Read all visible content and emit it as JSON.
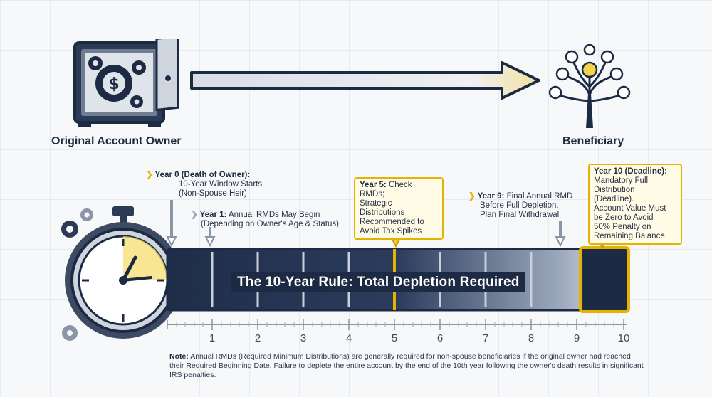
{
  "owner_label": "Original Account Owner",
  "beneficiary_label": "Beneficiary",
  "timeline_title": "The 10-Year Rule: Total Depletion Required",
  "annotations": {
    "year0_title": "Year 0 (Death of Owner):",
    "year0_line1": "10-Year Window Starts",
    "year0_line2": "(Non-Spouse Heir)",
    "year1_title": "Year 1:",
    "year1_line1": "Annual RMDs May Begin",
    "year1_line2": "(Depending on Owner's Age & Status)",
    "year5_title": "Year 5:",
    "year5_line1": "Check RMDs;",
    "year5_line2": "Strategic Distributions",
    "year5_line3": "Recommended to",
    "year5_line4": "Avoid Tax Spikes",
    "year9_title": "Year 9:",
    "year9_line1": "Final Annual RMD",
    "year9_line2": "Before Full Depletion.",
    "year9_line3": "Plan Final Withdrawal",
    "year10_title": "Year 10 (Deadline):",
    "year10_line1": "Mandatory Full",
    "year10_line2": "Distribution (Deadline).",
    "year10_line3": "Account Value Must",
    "year10_line4": "be Zero to Avoid",
    "year10_line5": "50% Penalty on",
    "year10_line6": "Remaining Balance"
  },
  "ticks": [
    "1",
    "2",
    "3",
    "4",
    "5",
    "6",
    "7",
    "8",
    "9",
    "10"
  ],
  "note_label": "Note:",
  "note_text": "Annual RMDs (Required Minimum Distributions) are generally required for non-spouse beneficiaries if the original owner had reached their Required Beginning Date. Failure to deplete the entire account by the end of the 10th year following the owner's death results in significant IRS penalties.",
  "colors": {
    "navy": "#1c2a44",
    "gold": "#e6b400",
    "steel": "#8a95a6"
  },
  "icons": [
    "safe-icon",
    "dollar-gear-icon",
    "arrow-right-icon",
    "family-tree-icon",
    "stopwatch-icon",
    "gear-icon"
  ]
}
